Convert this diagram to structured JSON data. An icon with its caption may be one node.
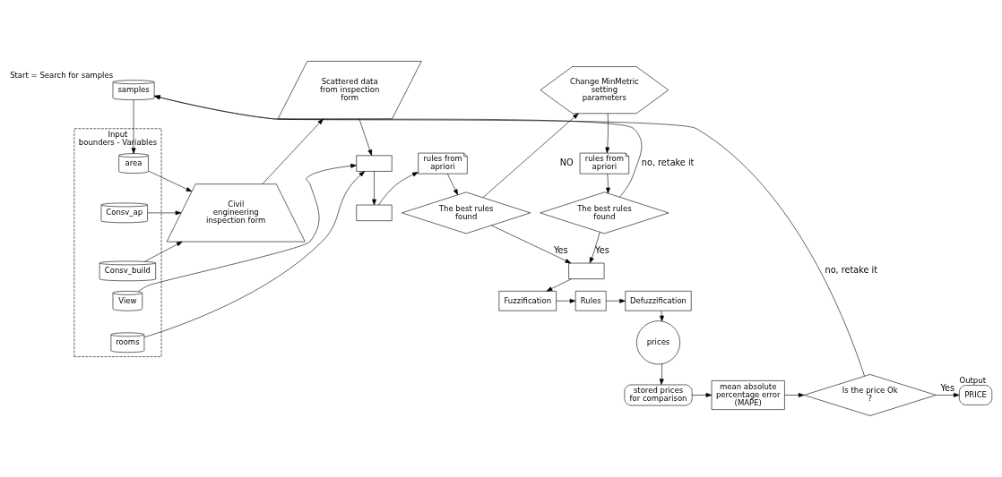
{
  "diagram": {
    "nodes": [
      {
        "text": [
          "samples"
        ],
        "beside": [
          "Start = Search for samples"
        ]
      },
      {
        "text": [
          "Input",
          "bounders - Variables"
        ]
      },
      {
        "text": [
          "area"
        ],
        "in": 1
      },
      {
        "text": [
          "Consv_ap"
        ],
        "in": 1
      },
      {
        "text": [
          "Consv_build"
        ],
        "in": 1
      },
      {
        "text": [
          "View"
        ],
        "in": 1
      },
      {
        "text": [
          "rooms"
        ],
        "in": 1
      },
      {
        "text": [
          "Civil engineering inspection form"
        ]
      },
      {
        "text": [
          "Scattered data from inspection form"
        ]
      },
      {
        "text": [],
        "shape": "box"
      },
      {
        "text": [],
        "shape": "box"
      },
      {
        "text": [
          "rules from apriori"
        ]
      },
      {
        "text": [
          "The best rules found"
        ]
      },
      {
        "text": [
          "Change MinMetric setting parameters"
        ]
      },
      {
        "text": [
          "rules from apriori"
        ]
      },
      {
        "text": [
          "The best rules found"
        ]
      },
      {
        "text": [],
        "shape": "box"
      },
      {
        "text": [
          "Fuzzification"
        ]
      },
      {
        "text": [
          "Rules"
        ]
      },
      {
        "text": [
          "Defuzzification"
        ]
      },
      {
        "text": [
          "prices"
        ]
      },
      {
        "text": [
          "stored prices for comparison"
        ]
      },
      {
        "text": [
          "mean absolute percentage error (MAPE)"
        ]
      },
      {
        "text": [
          "Is the price Ok ?"
        ]
      },
      {
        "text": [
          "PRICE"
        ],
        "beside": [
          "Output"
        ]
      }
    ],
    "edges": [
      {
        "from": 0,
        "to": 2,
        "arrow": "to"
      },
      {
        "from": 2,
        "to": 7,
        "arrow": "to"
      },
      {
        "from": 3,
        "to": 7,
        "arrow": "to"
      },
      {
        "from": 4,
        "to": 7,
        "arrow": "to"
      },
      {
        "from": 7,
        "to": 8,
        "arrow": "to"
      },
      {
        "from": 5,
        "to": 9,
        "arrow": "to"
      },
      {
        "from": 6,
        "to": 9,
        "arrow": "to"
      },
      {
        "from": 8,
        "to": 9,
        "arrow": "to"
      },
      {
        "from": 9,
        "to": 10,
        "arrow": "to"
      },
      {
        "from": 10,
        "to": 11,
        "arrow": "to"
      },
      {
        "from": 11,
        "to": 12,
        "arrow": "to"
      },
      {
        "from": 12,
        "to": 13,
        "arrow": "to",
        "label": "NO"
      },
      {
        "from": 13,
        "to": 14,
        "arrow": "to"
      },
      {
        "from": 14,
        "to": 15,
        "arrow": "to"
      },
      {
        "from": 12,
        "to": 16,
        "arrow": "to",
        "label": "Yes"
      },
      {
        "from": 15,
        "to": 16,
        "arrow": "to",
        "label": "Yes"
      },
      {
        "from": 15,
        "to": 0,
        "arrow": "to",
        "label": "no, retake it"
      },
      {
        "from": 16,
        "to": 17,
        "arrow": "to"
      },
      {
        "from": 17,
        "to": 18,
        "arrow": "to"
      },
      {
        "from": 18,
        "to": 19,
        "arrow": "to"
      },
      {
        "from": 19,
        "to": 20,
        "arrow": "to"
      },
      {
        "from": 20,
        "to": 21,
        "arrow": "to"
      },
      {
        "from": 21,
        "to": 22,
        "arrow": "to"
      },
      {
        "from": 22,
        "to": 23,
        "arrow": "to"
      },
      {
        "from": 23,
        "to": 0,
        "arrow": "to",
        "label": "no, retake it"
      },
      {
        "from": 23,
        "to": 24,
        "arrow": "to",
        "label": "Yes"
      }
    ]
  }
}
